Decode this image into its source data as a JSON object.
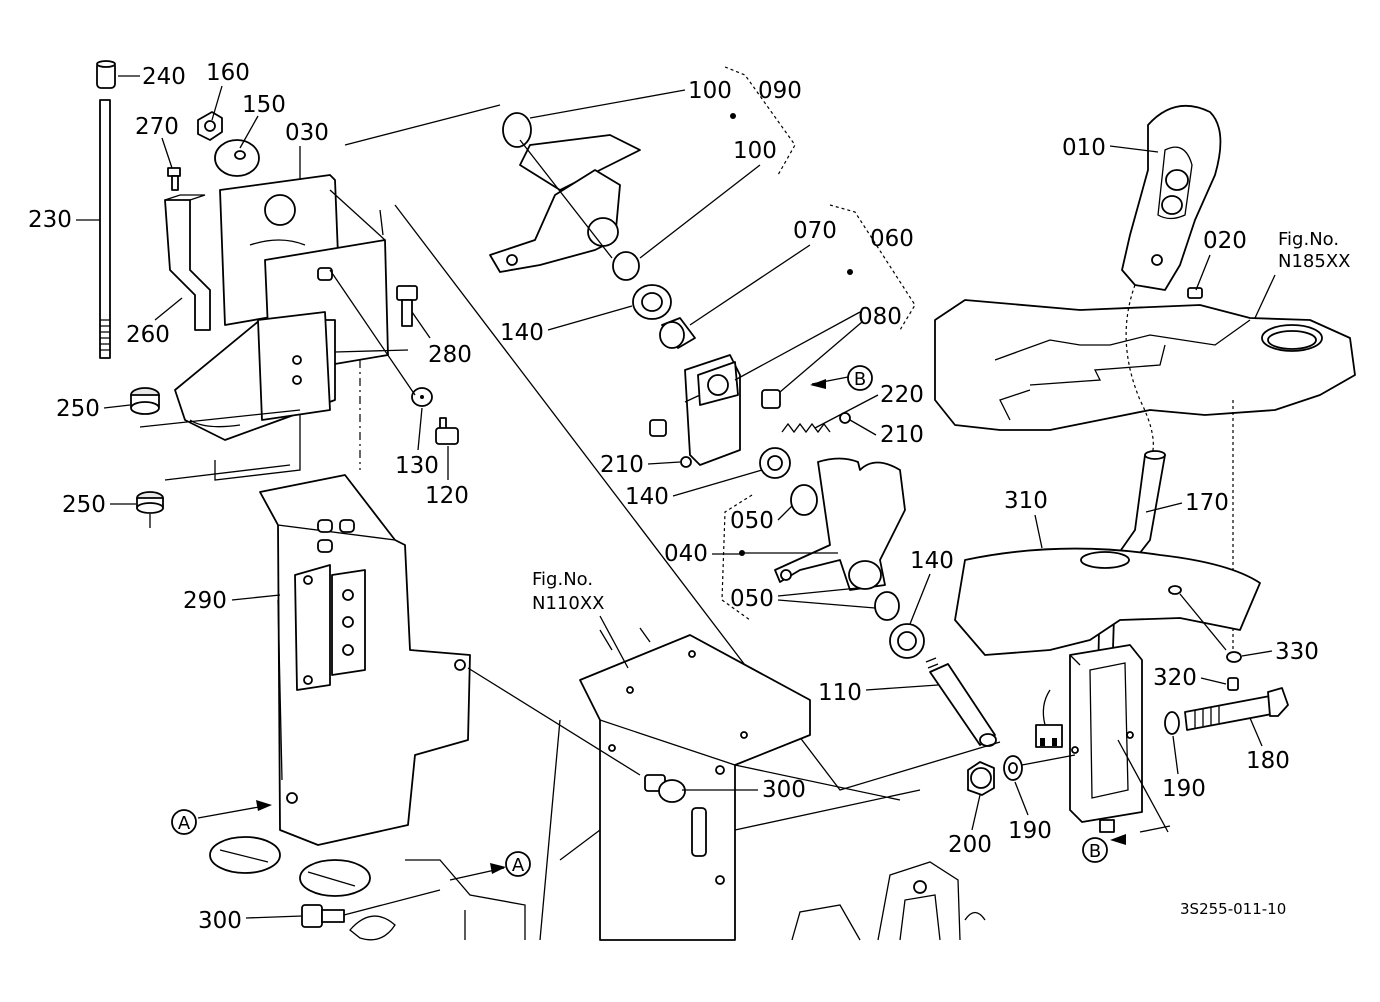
{
  "drawing_code": "3S255-011-10",
  "fig_refs": {
    "n185": {
      "line1": "Fig.No.",
      "line2": "N185XX"
    },
    "n110": {
      "line1": "Fig.No.",
      "line2": "N110XX"
    }
  },
  "section_marks": {
    "a": "A",
    "b": "B"
  },
  "parts": {
    "p010": "010",
    "p020": "020",
    "p030": "030",
    "p040": "040",
    "p050": "050",
    "p060": "060",
    "p070": "070",
    "p080": "080",
    "p090": "090",
    "p100": "100",
    "p110": "110",
    "p120": "120",
    "p130": "130",
    "p140": "140",
    "p150": "150",
    "p160": "160",
    "p170": "170",
    "p180": "180",
    "p190": "190",
    "p200": "200",
    "p210": "210",
    "p220": "220",
    "p230": "230",
    "p240": "240",
    "p250": "250",
    "p260": "260",
    "p270": "270",
    "p280": "280",
    "p290": "290",
    "p300": "300",
    "p310": "310",
    "p320": "320",
    "p330": "330"
  }
}
